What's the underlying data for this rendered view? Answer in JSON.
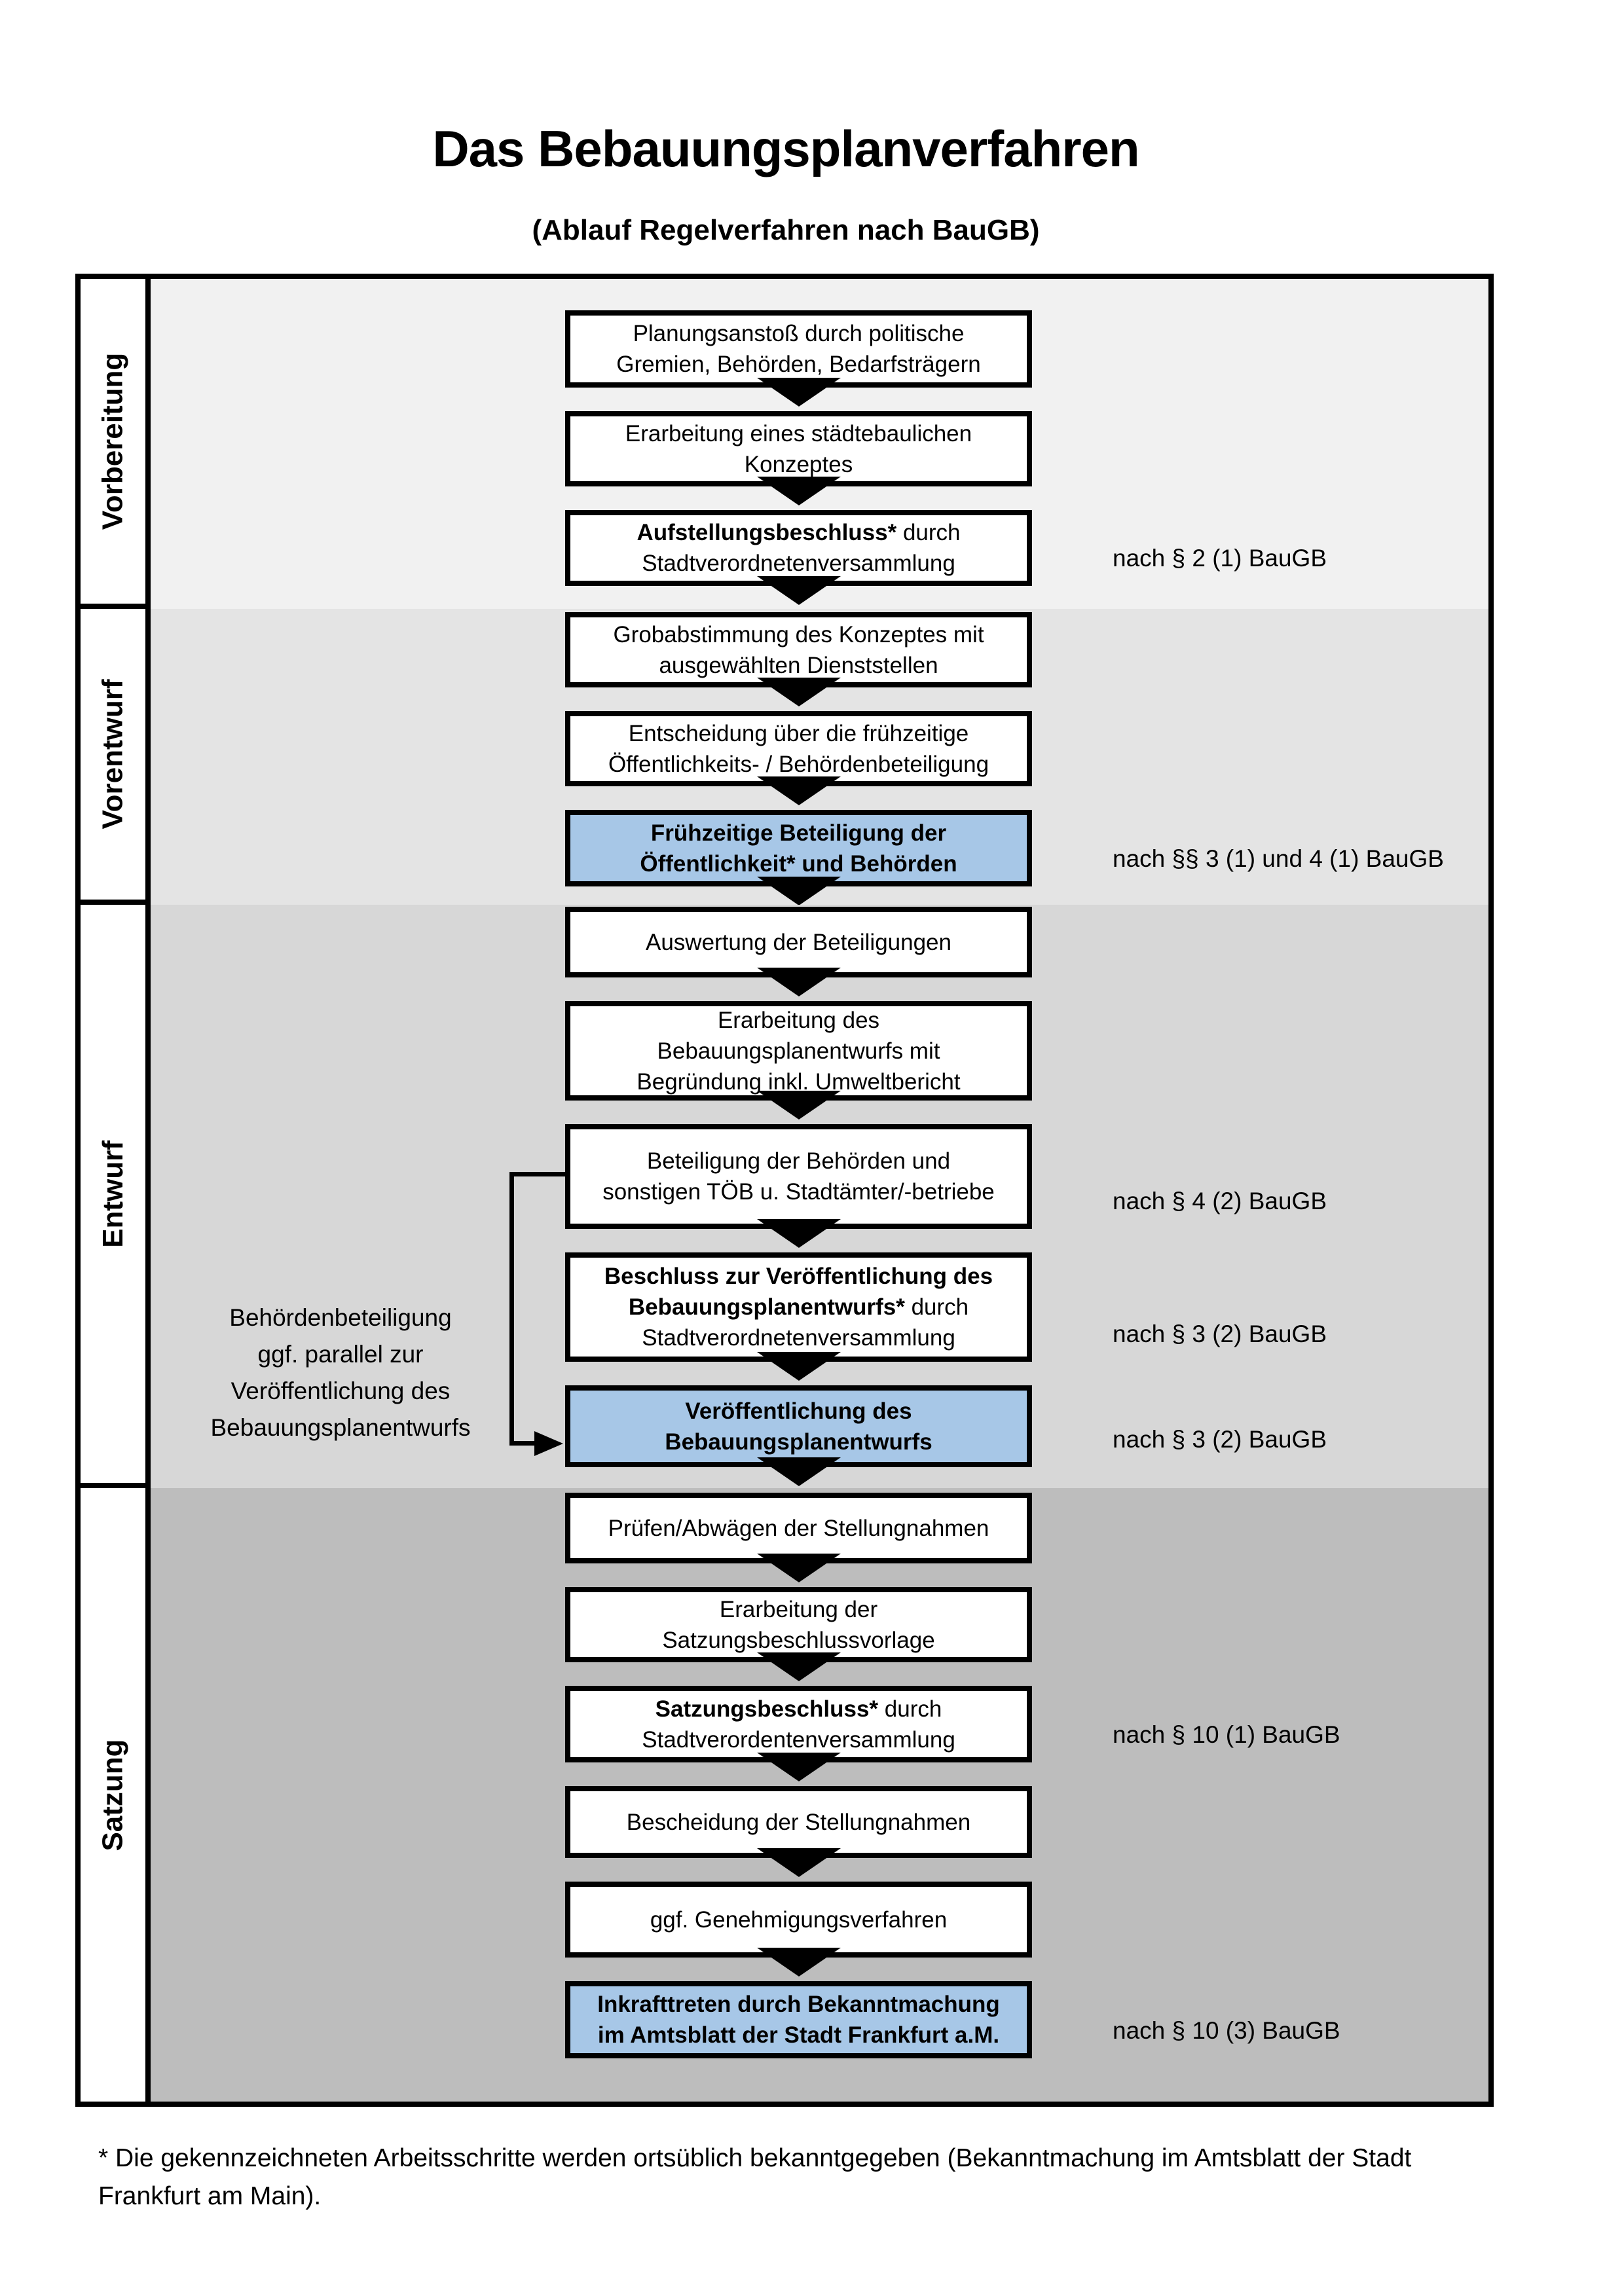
{
  "title": "Das Bebauungsplanverfahren",
  "subtitle": "(Ablauf Regelverfahren nach BauGB)",
  "colors": {
    "highlight_blue": "#a7c7e7",
    "band_vorbereitung": "#f1f1f1",
    "band_vorentwurf": "#e4e4e4",
    "band_entwurf": "#d7d7d7",
    "band_satzung": "#bdbdbd",
    "border": "#000000"
  },
  "phases": [
    {
      "label": "Vorbereitung",
      "bg": "#f1f1f1"
    },
    {
      "label": "Vorentwurf",
      "bg": "#e4e4e4"
    },
    {
      "label": "Entwurf",
      "bg": "#d7d7d7"
    },
    {
      "label": "Satzung",
      "bg": "#bdbdbd"
    }
  ],
  "flow": {
    "boxes": [
      {
        "blue": false,
        "ref": null,
        "lines": [
          [
            {
              "t": "Planungsanstoß durch politische",
              "b": false
            }
          ],
          [
            {
              "t": "Gremien, Behörden, Bedarfsträgern",
              "b": false
            }
          ]
        ]
      },
      {
        "blue": false,
        "ref": null,
        "lines": [
          [
            {
              "t": "Erarbeitung eines städtebaulichen",
              "b": false
            }
          ],
          [
            {
              "t": "Konzeptes",
              "b": false
            }
          ]
        ]
      },
      {
        "blue": false,
        "ref": "nach § 2 (1) BauGB",
        "lines": [
          [
            {
              "t": "Aufstellungsbeschluss*",
              "b": true
            },
            {
              "t": " durch",
              "b": false
            }
          ],
          [
            {
              "t": "Stadtverordnetenversammlung",
              "b": false
            }
          ]
        ]
      },
      {
        "blue": false,
        "ref": null,
        "lines": [
          [
            {
              "t": "Grobabstimmung des Konzeptes mit",
              "b": false
            }
          ],
          [
            {
              "t": "ausgewählten Dienststellen",
              "b": false
            }
          ]
        ]
      },
      {
        "blue": false,
        "ref": null,
        "lines": [
          [
            {
              "t": "Entscheidung über die frühzeitige",
              "b": false
            }
          ],
          [
            {
              "t": "Öffentlichkeits- / Behördenbeteiligung",
              "b": false
            }
          ]
        ]
      },
      {
        "blue": true,
        "ref": "nach §§ 3 (1) und 4 (1) BauGB",
        "lines": [
          [
            {
              "t": "Frühzeitige Beteiligung der",
              "b": true
            }
          ],
          [
            {
              "t": "Öffentlichkeit* und Behörden",
              "b": true
            }
          ]
        ]
      },
      {
        "blue": false,
        "ref": null,
        "lines": [
          [
            {
              "t": "Auswertung der Beteiligungen",
              "b": false
            }
          ]
        ]
      },
      {
        "blue": false,
        "ref": null,
        "lines": [
          [
            {
              "t": "Erarbeitung des",
              "b": false
            }
          ],
          [
            {
              "t": "Bebauungsplanentwurfs mit",
              "b": false
            }
          ],
          [
            {
              "t": "Begründung inkl. Umweltbericht",
              "b": false
            }
          ]
        ]
      },
      {
        "blue": false,
        "ref": "nach § 4 (2) BauGB",
        "lines": [
          [
            {
              "t": "Beteiligung der Behörden und",
              "b": false
            }
          ],
          [
            {
              "t": "sonstigen TÖB u. Stadtämter/-betriebe",
              "b": false
            }
          ]
        ]
      },
      {
        "blue": false,
        "ref": "nach § 3 (2) BauGB",
        "lines": [
          [
            {
              "t": "Beschluss zur Veröffentlichung des",
              "b": true
            }
          ],
          [
            {
              "t": "Bebauungsplanentwurfs*",
              "b": true
            },
            {
              "t": " durch",
              "b": false
            }
          ],
          [
            {
              "t": "Stadtverordnetenversammlung",
              "b": false
            }
          ]
        ]
      },
      {
        "blue": true,
        "ref": "nach § 3 (2) BauGB",
        "lines": [
          [
            {
              "t": "Veröffentlichung des",
              "b": true
            }
          ],
          [
            {
              "t": "Bebauungsplanentwurfs",
              "b": true
            }
          ]
        ]
      },
      {
        "blue": false,
        "ref": null,
        "lines": [
          [
            {
              "t": "Prüfen/Abwägen der Stellungnahmen",
              "b": false
            }
          ]
        ]
      },
      {
        "blue": false,
        "ref": null,
        "lines": [
          [
            {
              "t": "Erarbeitung der",
              "b": false
            }
          ],
          [
            {
              "t": "Satzungsbeschlussvorlage",
              "b": false
            }
          ]
        ]
      },
      {
        "blue": false,
        "ref": "nach § 10 (1) BauGB",
        "lines": [
          [
            {
              "t": "Satzungsbeschluss*",
              "b": true
            },
            {
              "t": " durch",
              "b": false
            }
          ],
          [
            {
              "t": "Stadtverordentenversammlung",
              "b": false
            }
          ]
        ]
      },
      {
        "blue": false,
        "ref": null,
        "lines": [
          [
            {
              "t": "Bescheidung der Stellungnahmen",
              "b": false
            }
          ]
        ]
      },
      {
        "blue": false,
        "ref": null,
        "lines": [
          [
            {
              "t": "ggf. Genehmigungsverfahren",
              "b": false
            }
          ]
        ]
      },
      {
        "blue": true,
        "ref": "nach § 10 (3) BauGB",
        "lines": [
          [
            {
              "t": "Inkrafttreten",
              "b": true
            },
            {
              "t": " durch Bekanntmachung",
              "b": false
            }
          ],
          [
            {
              "t": "im Amtsblatt der Stadt Frankfurt a.M.",
              "b": false
            }
          ]
        ]
      }
    ]
  },
  "annotation": {
    "lines": [
      "Behördenbeteiligung",
      "ggf. parallel zur",
      "Veröffentlichung des",
      "Bebauungsplanentwurfs"
    ]
  },
  "footnote": {
    "lines": [
      "* Die gekennzeichneten Arbeitsschritte werden ortsüblich bekanntgegeben (Bekanntmachung im Amtsblatt  der Stadt",
      "Frankfurt am Main)."
    ]
  }
}
